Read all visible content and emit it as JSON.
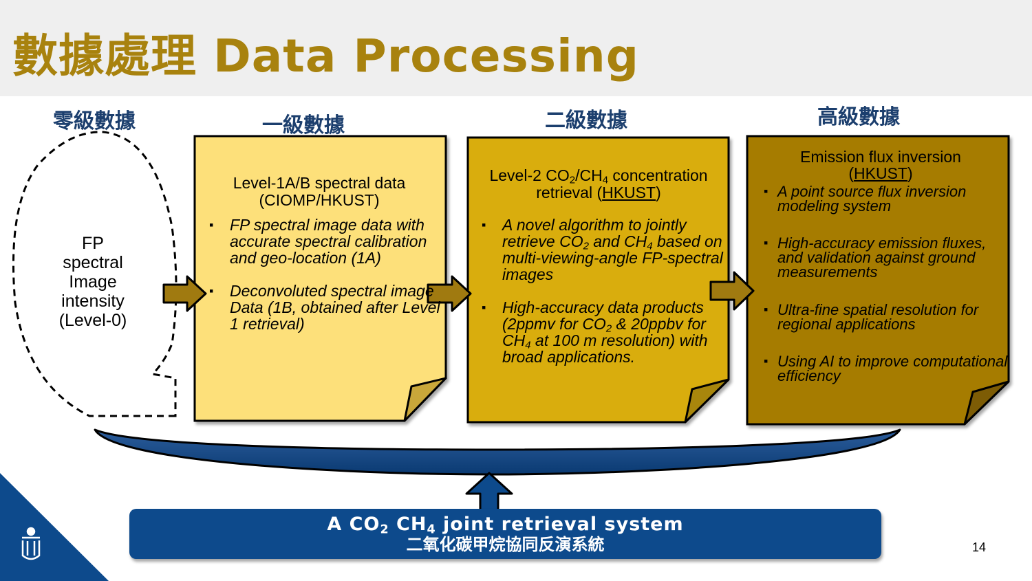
{
  "slide": {
    "title": "數據處理 Data Processing",
    "page_number": "14"
  },
  "levels": {
    "l0": "零級數據",
    "l1": "一級數據",
    "l2": "二級數據",
    "l3": "高級數據"
  },
  "level0_box": {
    "line1": "FP",
    "line2": "spectral",
    "line3": "Image",
    "line4": "intensity",
    "line5": "(Level-0)"
  },
  "box1": {
    "title_line1": "Level-1A/B spectral data",
    "title_line2": "(CIOMP/HKUST)",
    "bullet1": "FP spectral image data with accurate spectral calibration and geo-location (1A)",
    "bullet2": "Deconvoluted spectral image Data (1B, obtained after Level 1 retrieval)"
  },
  "box2": {
    "title_pre": "Level-2 CO",
    "title_sub1": "2",
    "title_mid": "/CH",
    "title_sub2": "4",
    "title_post": " concentration",
    "title_line2_pre": "retrieval (",
    "title_link": "HKUST",
    "title_line2_post": ")",
    "b1_a": "A novel algorithm to jointly retrieve CO",
    "b1_sub1": "2",
    "b1_b": " and CH",
    "b1_sub2": "4",
    "b1_c": " based on multi-viewing-angle FP-spectral images",
    "b2_a": "High-accuracy data products (2ppmv for CO",
    "b2_sub1": "2",
    "b2_b": " & 20ppbv for CH",
    "b2_sub2": "4",
    "b2_c": " at 100 m resolution) with broad applications."
  },
  "box3": {
    "title_line1": "Emission flux inversion",
    "title_line2_pre": "(",
    "title_link": "HKUST",
    "title_line2_post": ")",
    "bullet1": "A point source flux inversion modeling system",
    "bullet2": "High-accuracy emission fluxes, and validation against ground measurements",
    "bullet3": "Ultra-fine spatial resolution for regional applications",
    "bullet4": "Using AI to improve computational efficiency"
  },
  "bottom": {
    "line1_a": "A CO",
    "line1_sub1": "2",
    "line1_b": " CH",
    "line1_sub2": "4",
    "line1_c": " joint retrieval system",
    "line2": "二氧化碳甲烷協同反演系統"
  },
  "colors": {
    "title_gold": "#a8820e",
    "level_label_navy": "#1c3f6e",
    "box1_fill": "#fde07a",
    "box2_fill": "#d9ad08",
    "box3_fill": "#a67c06",
    "arrow_fill": "#a07a10",
    "navy": "#0d4a8c"
  },
  "icons": {
    "logo": "hkust-logo-icon",
    "arrow": "right-arrow-icon",
    "up_arrow": "up-arrow-icon"
  }
}
